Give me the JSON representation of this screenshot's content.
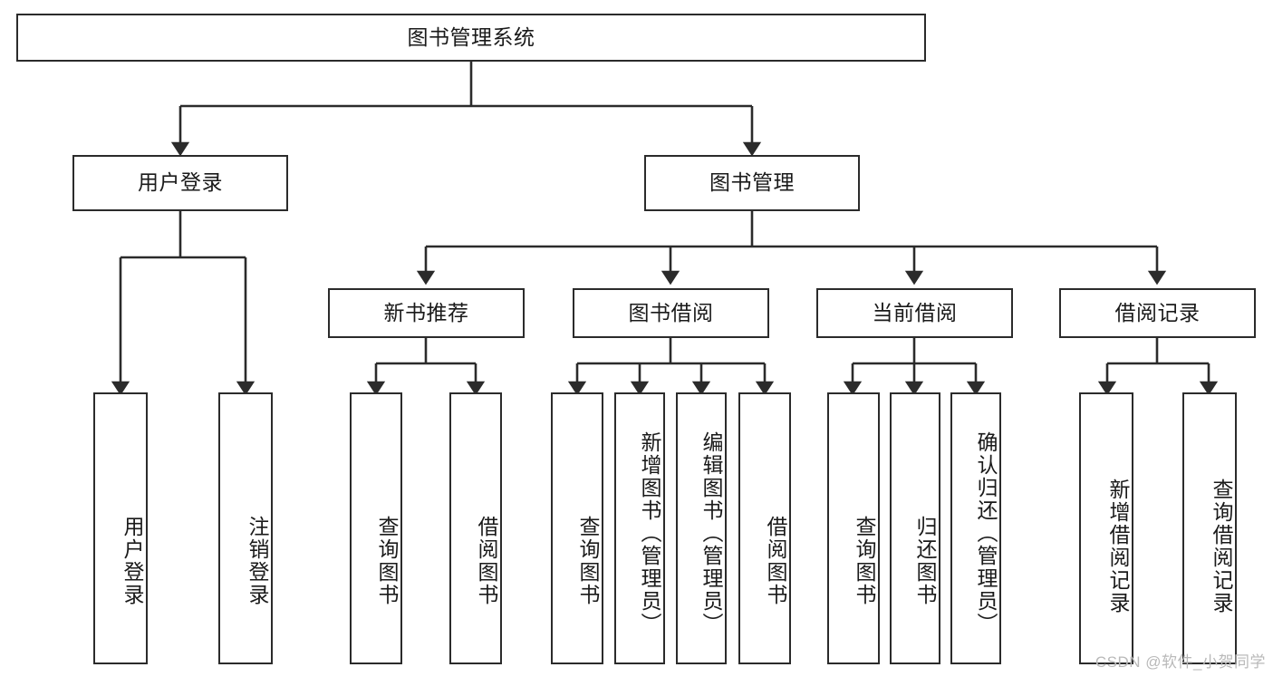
{
  "diagram": {
    "type": "tree",
    "title": "图书管理系统",
    "colors": {
      "stroke": "#2b2b2b",
      "fill": "#ffffff",
      "text": "#1a1a1a",
      "watermark": "#b9b9b9"
    },
    "levels": {
      "root": {
        "label": "图书管理系统"
      },
      "level2": [
        {
          "label": "用户登录"
        },
        {
          "label": "图书管理"
        }
      ],
      "level3": [
        {
          "label": "新书推荐"
        },
        {
          "label": "图书借阅"
        },
        {
          "label": "当前借阅"
        },
        {
          "label": "借阅记录"
        }
      ],
      "leaves": {
        "user_login": [
          {
            "label": "用户登录"
          },
          {
            "label": "注销登录"
          }
        ],
        "new_book": [
          {
            "label": "查询图书"
          },
          {
            "label": "借阅图书"
          }
        ],
        "book_borrow": [
          {
            "label": "查询图书"
          },
          {
            "label": "新增图书（管理员）"
          },
          {
            "label": "编辑图书（管理员）"
          },
          {
            "label": "借阅图书"
          }
        ],
        "current_borrow": [
          {
            "label": "查询图书"
          },
          {
            "label": "归还图书"
          },
          {
            "label": "确认归还（管理员）"
          }
        ],
        "borrow_record": [
          {
            "label": "新增借阅记录"
          },
          {
            "label": "查询借阅记录"
          }
        ]
      }
    }
  },
  "watermark": {
    "text": "CSDN @软件_小贺同学"
  }
}
